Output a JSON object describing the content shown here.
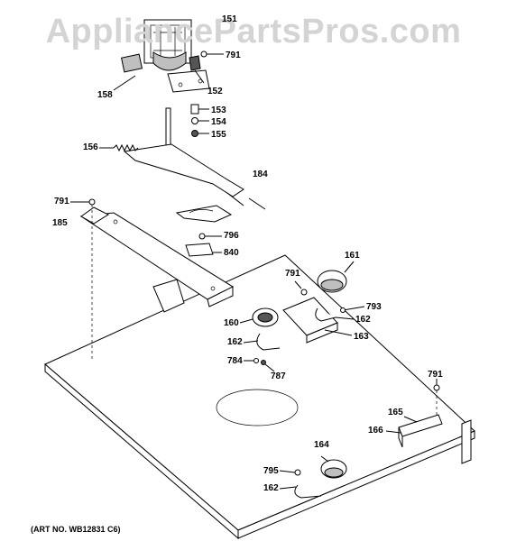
{
  "watermark": "AppliancePartsPros.com",
  "art_number": "(ART NO. WB12831 C6)",
  "callouts": [
    {
      "id": "151",
      "text": "151"
    },
    {
      "id": "791a",
      "text": "791"
    },
    {
      "id": "158",
      "text": "158"
    },
    {
      "id": "152",
      "text": "152"
    },
    {
      "id": "153",
      "text": "153"
    },
    {
      "id": "154",
      "text": "154"
    },
    {
      "id": "155",
      "text": "155"
    },
    {
      "id": "156",
      "text": "156"
    },
    {
      "id": "184",
      "text": "184"
    },
    {
      "id": "791b",
      "text": "791"
    },
    {
      "id": "185",
      "text": "185"
    },
    {
      "id": "796",
      "text": "796"
    },
    {
      "id": "840",
      "text": "840"
    },
    {
      "id": "161",
      "text": "161"
    },
    {
      "id": "791c",
      "text": "791"
    },
    {
      "id": "793",
      "text": "793"
    },
    {
      "id": "160",
      "text": "160"
    },
    {
      "id": "162a",
      "text": "162"
    },
    {
      "id": "163",
      "text": "163"
    },
    {
      "id": "162b",
      "text": "162"
    },
    {
      "id": "784",
      "text": "784"
    },
    {
      "id": "787",
      "text": "787"
    },
    {
      "id": "791d",
      "text": "791"
    },
    {
      "id": "165",
      "text": "165"
    },
    {
      "id": "166",
      "text": "166"
    },
    {
      "id": "164",
      "text": "164"
    },
    {
      "id": "795",
      "text": "795"
    },
    {
      "id": "162c",
      "text": "162"
    }
  ]
}
